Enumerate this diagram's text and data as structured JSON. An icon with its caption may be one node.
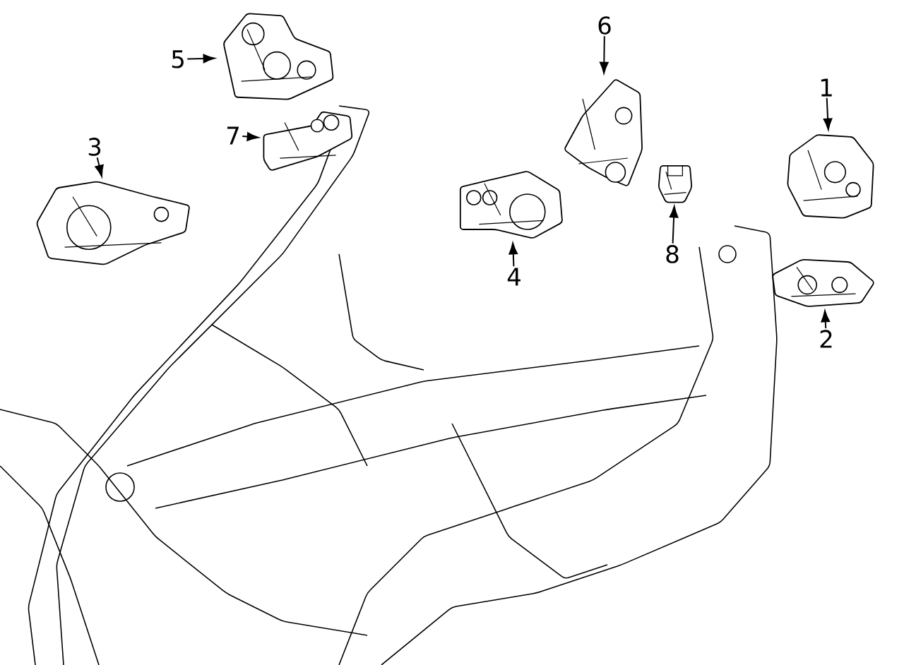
{
  "diagram": {
    "nodes": [
      {
        "text": [
          "1"
        ]
      },
      {
        "text": [
          "2"
        ]
      },
      {
        "text": [
          "3"
        ]
      },
      {
        "text": [
          "4"
        ]
      },
      {
        "text": [
          "5"
        ]
      },
      {
        "text": [
          "6"
        ]
      },
      {
        "text": [
          "7"
        ]
      },
      {
        "text": [
          "8"
        ]
      },
      {
        "text": [],
        "shape": "picture"
      },
      {
        "text": [],
        "shape": "picture"
      },
      {
        "text": [],
        "shape": "picture"
      },
      {
        "text": [],
        "shape": "picture"
      },
      {
        "text": [],
        "shape": "picture"
      },
      {
        "text": [],
        "shape": "picture"
      },
      {
        "text": [],
        "shape": "picture"
      },
      {
        "text": [],
        "shape": "picture"
      }
    ],
    "edges": [
      {
        "from": 0,
        "to": 8,
        "arrow": "to"
      },
      {
        "from": 1,
        "to": 9,
        "arrow": "to"
      },
      {
        "from": 2,
        "to": 10,
        "arrow": "to"
      },
      {
        "from": 3,
        "to": 11,
        "arrow": "to"
      },
      {
        "from": 4,
        "to": 12,
        "arrow": "to"
      },
      {
        "from": 5,
        "to": 13,
        "arrow": "to"
      },
      {
        "from": 6,
        "to": 14,
        "arrow": "to"
      },
      {
        "from": 7,
        "to": 15,
        "arrow": "to"
      }
    ]
  }
}
